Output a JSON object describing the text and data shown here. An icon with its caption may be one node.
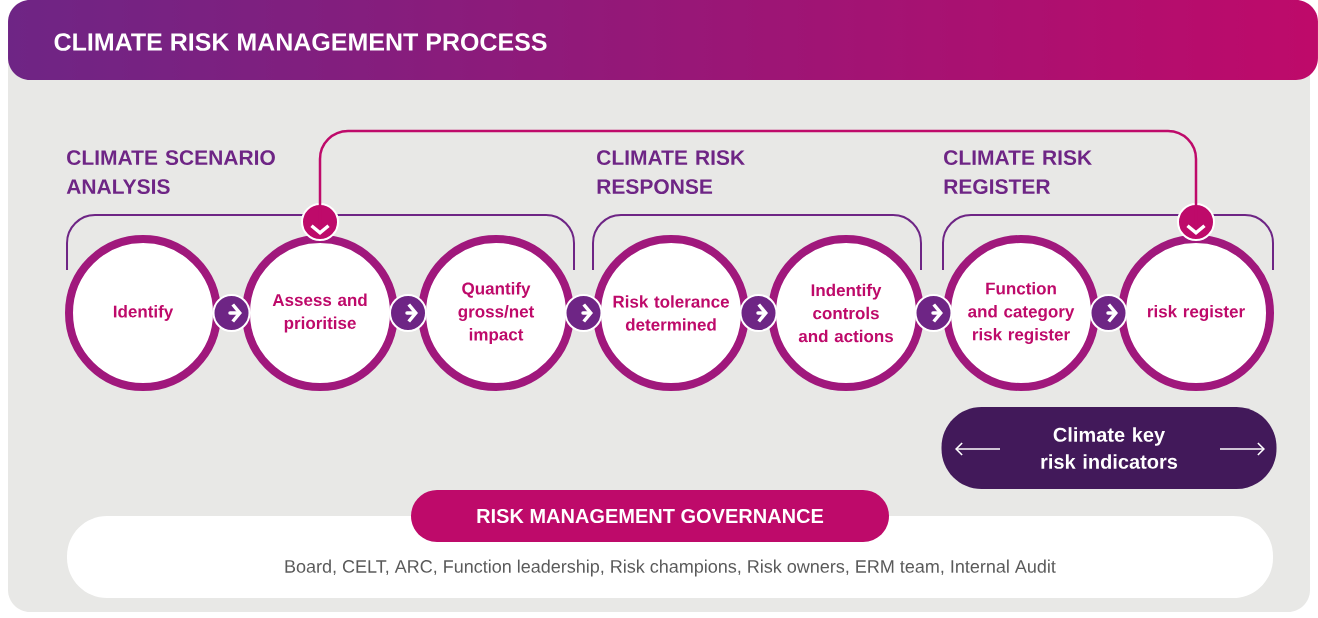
{
  "diagram": {
    "title": "CLIMATE RISK MANAGEMENT PROCESS",
    "nodes": [
      {
        "text": [
          "Identify"
        ]
      },
      {
        "text": [
          "Assess and prioritise"
        ]
      },
      {
        "text": [
          "Quantify gross/net impact"
        ]
      },
      {
        "text": [
          "Risk tolerance determined"
        ]
      },
      {
        "text": [
          "Indentify controls and actions"
        ]
      },
      {
        "text": [
          "Function and category risk register"
        ]
      },
      {
        "text": [
          "risk register"
        ]
      },
      {
        "text": [
          "Climate key risk indicators"
        ]
      },
      {
        "text": [
          "RISK MANAGEMENT GOVERNANCE",
          "Board, CELT, ARC, Function leadership, Risk champions, Risk owners, ERM team, Internal Audit"
        ]
      }
    ],
    "edges": [
      {
        "from": 0,
        "to": 1,
        "arrow": "to"
      },
      {
        "from": 1,
        "to": 2,
        "arrow": "to"
      },
      {
        "from": 2,
        "to": 3,
        "arrow": "to"
      },
      {
        "from": 3,
        "to": 4,
        "arrow": "to"
      },
      {
        "from": 4,
        "to": 5,
        "arrow": "to"
      },
      {
        "from": 5,
        "to": 6,
        "arrow": "to"
      },
      {
        "from": 6,
        "to": 1,
        "arrow": "both",
        "color": "#be0a6a"
      }
    ],
    "labels": [
      "CLIMATE SCENARIO ANALYSIS",
      "CLIMATE RISK RESPONSE",
      "CLIMATE RISK REGISTER"
    ]
  }
}
